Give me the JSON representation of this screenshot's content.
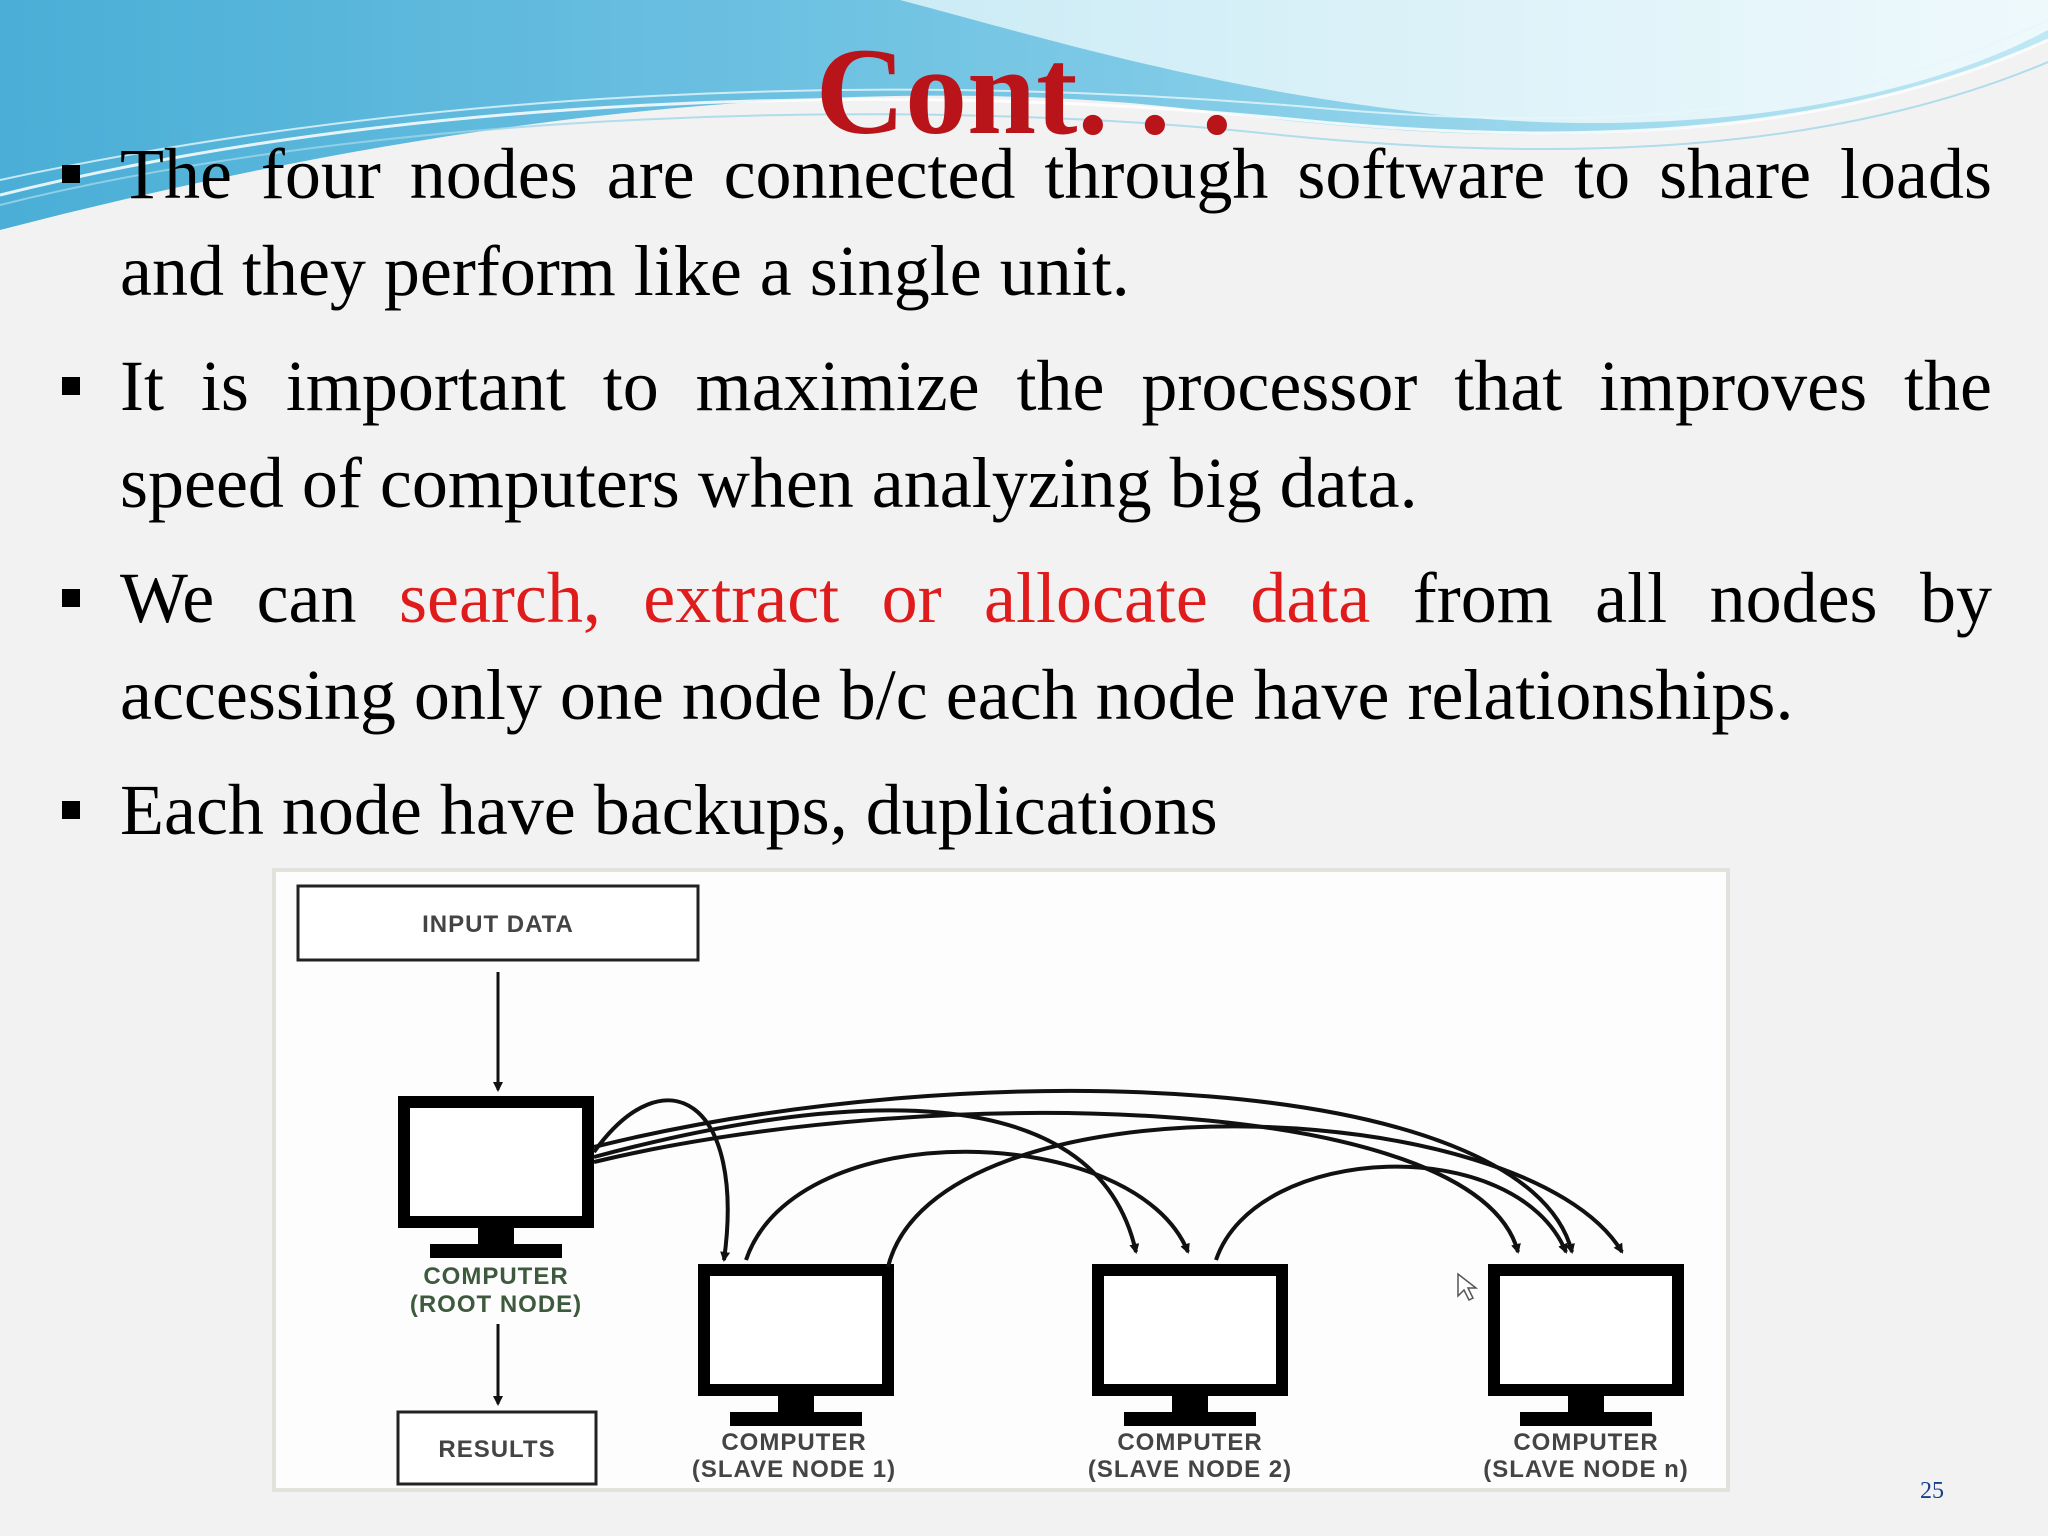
{
  "slide": {
    "title": "Cont. . .",
    "bullets": [
      {
        "segments": [
          {
            "text": "The four nodes are connected through software to share loads and they perform like a single unit.",
            "highlight": false
          }
        ]
      },
      {
        "segments": [
          {
            "text": "It is important to maximize the processor that improves the speed of computers when analyzing big data.",
            "highlight": false
          }
        ]
      },
      {
        "segments": [
          {
            "text": "We can ",
            "highlight": false
          },
          {
            "text": "search, extract or allocate data",
            "highlight": true
          },
          {
            "text": " from all nodes by accessing only one node b/c each node have relationships.",
            "highlight": false
          }
        ]
      },
      {
        "segments": [
          {
            "text": "Each node have backups, duplications",
            "highlight": false
          }
        ]
      }
    ],
    "page_number": "25"
  },
  "diagram": {
    "input_label": "INPUT DATA",
    "results_label": "RESULTS",
    "root_label_line1": "COMPUTER",
    "root_label_line2": "(ROOT NODE)",
    "slave1_line1": "COMPUTER",
    "slave1_line2": "(SLAVE NODE 1)",
    "slave2_line1": "COMPUTER",
    "slave2_line2": "(SLAVE NODE 2)",
    "slaven_line1": "COMPUTER",
    "slaven_line2": "(SLAVE NODE n)"
  },
  "colors": {
    "title": "#b8141a",
    "highlight": "#e01b1b",
    "wave_blue": "#4aaed6",
    "page_number": "#1a3f8a"
  }
}
